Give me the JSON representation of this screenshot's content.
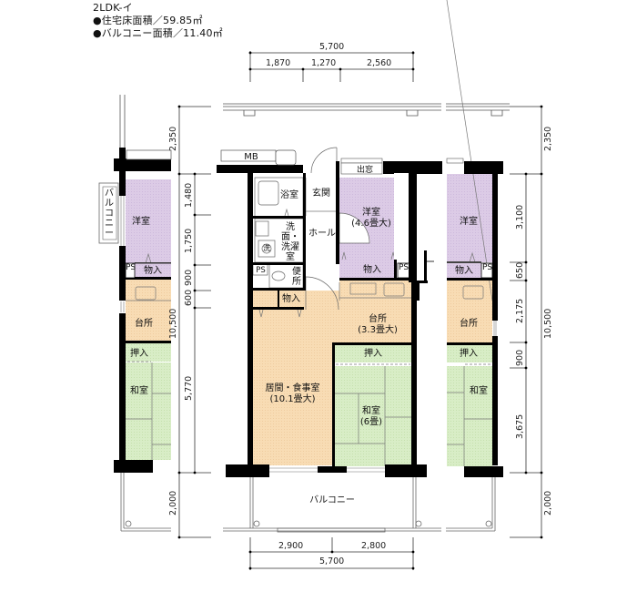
{
  "header": {
    "plan_type": "2LDK-イ",
    "floor_area": "●住宅床面積／59.85㎡",
    "balcony_area": "●バルコニー面積／11.40㎡"
  },
  "dimensions": {
    "top_total": "5,700",
    "top_segments": [
      "1,870",
      "1,270",
      "2,560"
    ],
    "bottom_segments": [
      "2,900",
      "2,800"
    ],
    "bottom_total": "5,700",
    "left_outer": [
      "2,350",
      "10,500",
      "2,000"
    ],
    "left_inner": [
      "1,480",
      "1,750",
      "900",
      "600",
      "5,770"
    ],
    "right_outer": [
      "2,350",
      "10,500",
      "2,000"
    ],
    "right_inner": [
      "3,100",
      "650",
      "2,175",
      "900",
      "3,675"
    ]
  },
  "rooms": {
    "mb": "MB",
    "bath": "浴室",
    "entrance": "玄関",
    "bay_window": "出窓",
    "western_main": "洋室",
    "western_main_size": "(4.6畳大)",
    "washroom": "洗面・洗濯室",
    "washer": "洗",
    "hall": "ホール",
    "ps": "PS",
    "toilet": "便所",
    "storage": "物入",
    "kitchen": "台所",
    "kitchen_size": "(3.3畳大)",
    "living": "居間・食事室",
    "living_size": "(10.1畳大)",
    "oshiire": "押入",
    "japanese": "和室",
    "japanese_size": "(6畳)",
    "balcony": "バルコニー"
  },
  "left_unit": {
    "balcony_vertical": "バルコニー",
    "western": "洋室",
    "ps": "PS",
    "storage": "物入",
    "kitchen": "台所",
    "oshiire": "押入",
    "japanese": "和室"
  },
  "right_unit": {
    "western": "洋室",
    "ps": "PS",
    "storage": "物入",
    "kitchen": "台所",
    "oshiire": "押入",
    "japanese": "和室"
  },
  "colors": {
    "western": "#dccbe6",
    "kitchen": "#f8dcb4",
    "living": "#f8d9ae",
    "japanese": "#d6ecc3",
    "wall": "#000000"
  }
}
